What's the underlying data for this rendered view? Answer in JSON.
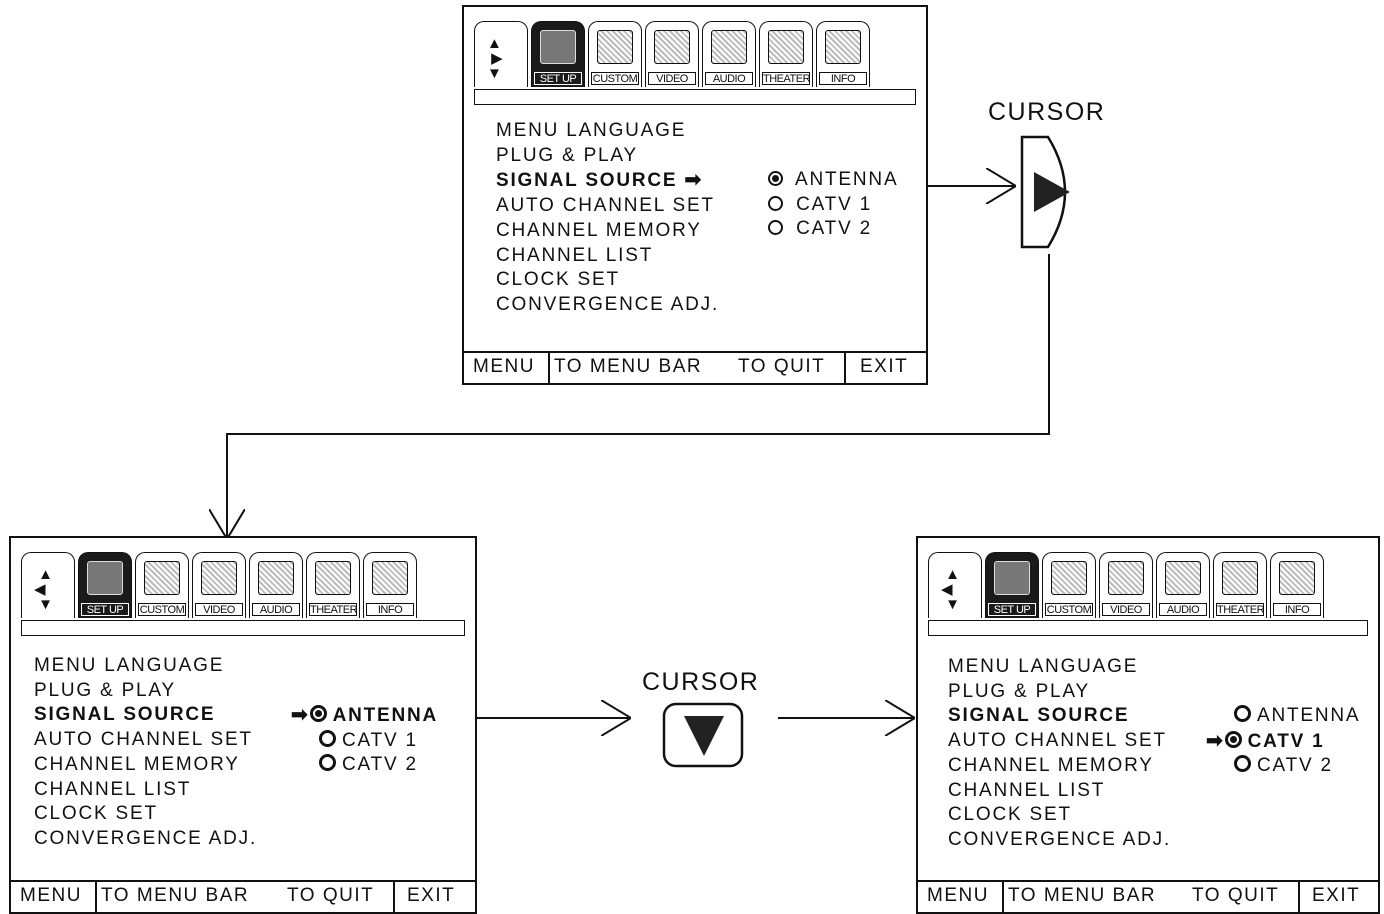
{
  "tabs": {
    "setup": "SET UP",
    "custom": "CUSTOM",
    "video": "VIDEO",
    "audio": "AUDIO",
    "theater": "THEATER",
    "info": "INFO"
  },
  "menu_items": {
    "menu_language": "MENU LANGUAGE",
    "plug_and_play": "PLUG & PLAY",
    "signal_source": "SIGNAL SOURCE",
    "auto_channel_set": "AUTO CHANNEL SET",
    "channel_memory": "CHANNEL MEMORY",
    "channel_list": "CHANNEL LIST",
    "clock_set": "CLOCK SET",
    "convergence_adj": "CONVERGENCE ADJ."
  },
  "options": {
    "antenna": "ANTENNA",
    "catv1": "CATV 1",
    "catv2": "CATV 2"
  },
  "footer": {
    "menu": "MENU",
    "to_menu_bar": "TO MENU BAR",
    "to_quit": "TO QUIT",
    "exit": "EXIT"
  },
  "cursor_right": {
    "label": "CURSOR",
    "icon": "triangle-right-icon"
  },
  "cursor_down": {
    "label": "CURSOR",
    "icon": "triangle-down-icon"
  },
  "states": {
    "screen1_selected": "ANTENNA",
    "screen2_selected": "ANTENNA",
    "screen3_selected": "CATV 1"
  }
}
